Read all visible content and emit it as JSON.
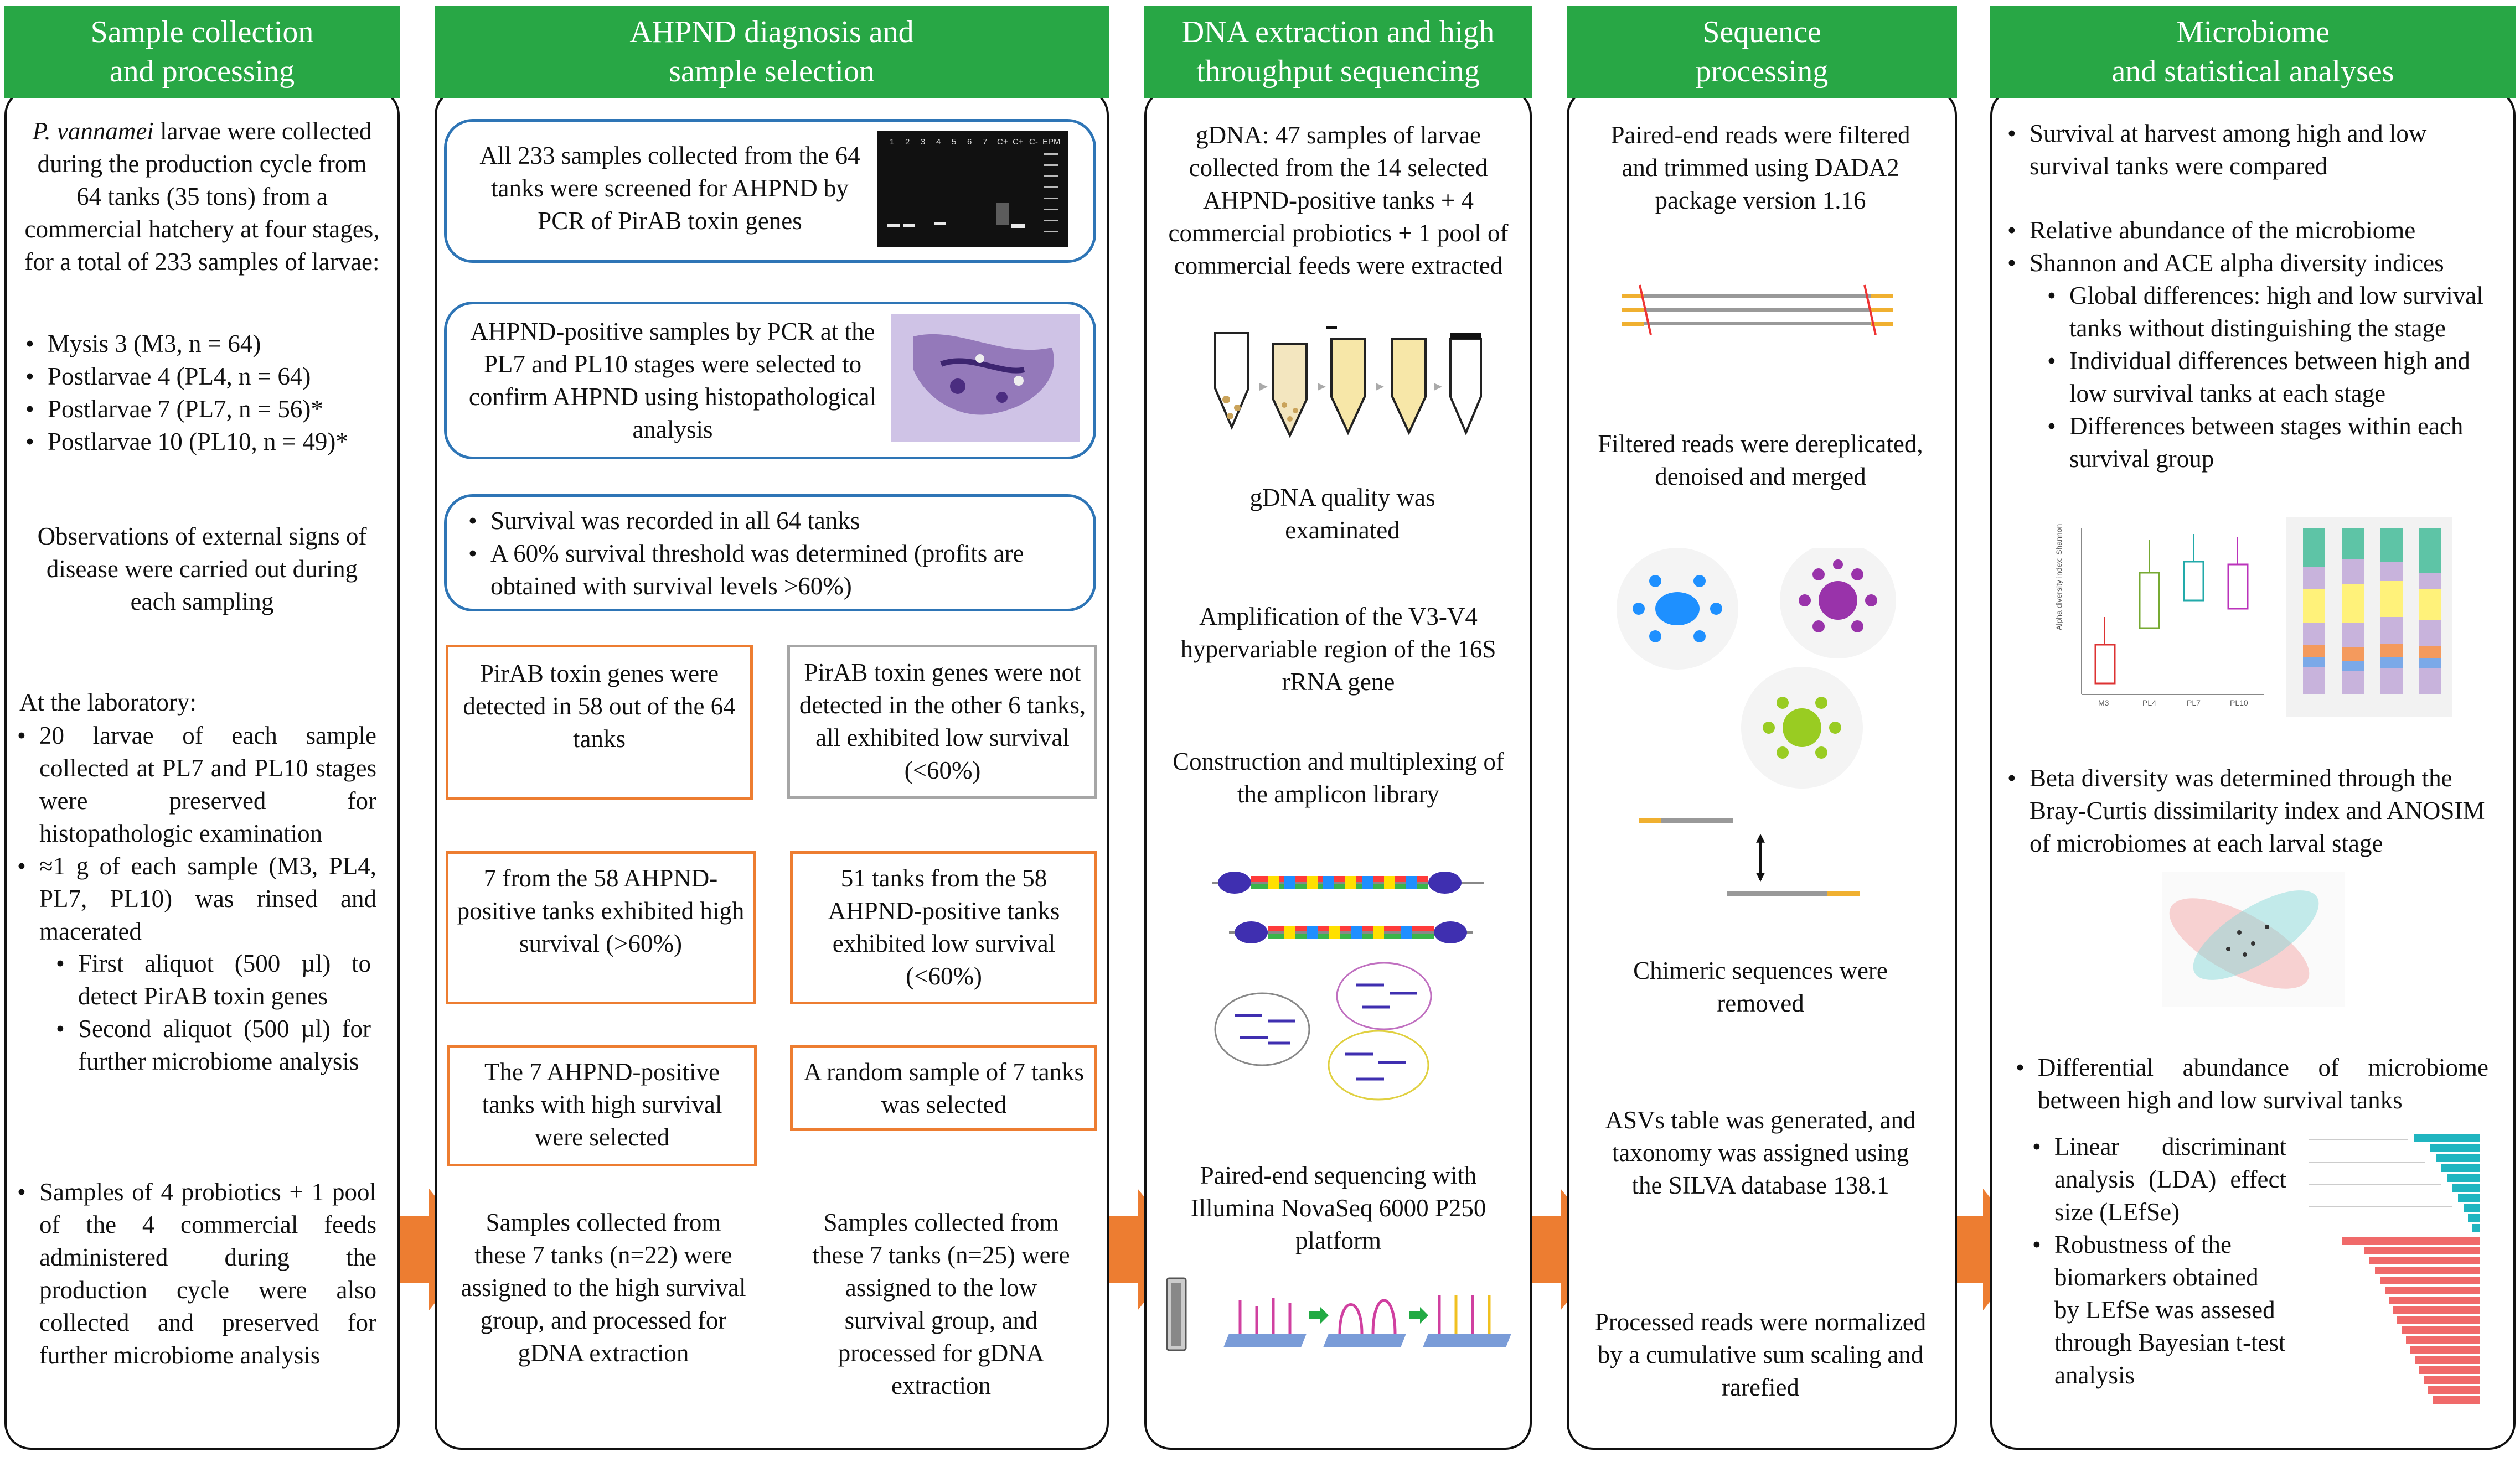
{
  "colors": {
    "header_green": "#28a745",
    "arrow_blue": "#5b9bd5",
    "box_blue": "#2e75b6",
    "box_orange": "#ed7d31",
    "box_gray": "#a6a6a6",
    "big_arrow_orange": "#ed7d31"
  },
  "columns": [
    {
      "header": "Sample collection\nand processing"
    },
    {
      "header": "AHPND diagnosis and\nsample selection"
    },
    {
      "header": "DNA extraction and high\nthroughput sequencing"
    },
    {
      "header": "Sequence\nprocessing"
    },
    {
      "header": "Microbiome\nand statistical analyses"
    }
  ],
  "col1": {
    "species": "P. vannamei",
    "intro": " larvae were collected during the production cycle from 64 tanks (35 tons) from a commercial hatchery at four stages, for a total of 233 samples of larvae:",
    "stages": [
      "Mysis 3 (M3, n = 64)",
      "Postlarvae 4 (PL4, n = 64)",
      "Postlarvae 7 (PL7, n = 56)*",
      "Postlarvae 10 (PL10, n = 49)*"
    ],
    "observations": "Observations of external signs of disease were carried out during each sampling",
    "lab_heading": "At the laboratory:",
    "lab_items": [
      "20 larvae of each sample collected at PL7 and PL10 stages were preserved for histopathologic examination",
      "≈1 g of each sample (M3, PL4, PL7, PL10) was rinsed and macerated"
    ],
    "aliquots": [
      "First aliquot (500 µl) to detect PirAB toxin genes",
      "Second aliquot (500 µl) for further microbiome analysis"
    ],
    "probiotics": "Samples of 4 probiotics + 1 pool of the 4 commercial feeds administered during the production cycle were also collected and preserved for further microbiome analysis"
  },
  "col2": {
    "screen_text": "All 233 samples collected from the 64 tanks were screened for AHPND by PCR of PirAB toxin genes",
    "gel_lanes": [
      "1",
      "2",
      "3",
      "4",
      "5",
      "6",
      "7",
      "C+",
      "C+",
      "C-",
      "EPM"
    ],
    "histo_text": "AHPND-positive samples by PCR at the PL7 and PL10 stages were selected to confirm AHPND using histopathological analysis",
    "survival_items": [
      "Survival was recorded in all 64 tanks",
      "A 60% survival threshold was determined (profits are obtained with survival levels >60%)"
    ],
    "detected": "PirAB toxin genes were detected in 58 out of the 64 tanks",
    "not_detected": "PirAB toxin genes were not detected in the other 6 tanks, all exhibited low survival (<60%)",
    "high_7": "7 from the 58 AHPND-positive tanks exhibited high survival (>60%)",
    "low_51": "51 tanks from the 58 AHPND-positive tanks exhibited low survival (<60%)",
    "selected_high": "The 7 AHPND-positive tanks with high survival were selected",
    "random_low": "A random sample of 7 tanks was selected",
    "high_group": "Samples collected from these 7 tanks (n=22) were assigned to the high survival group, and processed for gDNA extraction",
    "low_group": "Samples collected from these 7 tanks (n=25) were assigned to the low survival group, and processed for gDNA extraction"
  },
  "col3": {
    "gdna": "gDNA: 47 samples of larvae collected from the 14 selected AHPND-positive tanks + 4 commercial probiotics + 1 pool of commercial feeds were extracted",
    "quality": "gDNA quality was examinated",
    "amplification": "Amplification of the V3-V4 hypervariable region of  the 16S rRNA gene",
    "library": "Construction and multiplexing of the amplicon library",
    "sequencing": "Paired-end sequencing with Illumina NovaSeq 6000 P250 platform"
  },
  "col4": {
    "filtered": "Paired-end reads were filtered and trimmed using DADA2 package version 1.16",
    "dereplicated": "Filtered reads were dereplicated, denoised and merged",
    "chimeric": "Chimeric sequences were removed",
    "asv": "ASVs table was generated, and taxonomy was assigned using the SILVA database 138.1",
    "normalized": "Processed reads were normalized by a cumulative sum scaling and rarefied"
  },
  "col5": {
    "survival_compare": "Survival at harvest among high and low survival tanks were compared",
    "relative_abundance": "Relative abundance of the microbiome",
    "alpha": "Shannon and ACE alpha diversity indices",
    "alpha_sub": [
      "Global differences: high and low survival tanks without distinguishing the stage",
      "Individual differences between high and low survival tanks at each stage",
      "Differences between stages within each survival group"
    ],
    "boxplot_ylabel": "Alpha diversity index: Shannon",
    "boxplot_categories": [
      "M3",
      "PL4",
      "PL7",
      "PL10"
    ],
    "beta": "Beta diversity was determined through the Bray-Curtis dissimilarity index and ANOSIM of microbiomes at each larval stage",
    "differential": "Differential abundance of microbiome between high and low survival tanks",
    "diff_items": [
      "Linear discriminant analysis (LDA) effect size (LEfSe)",
      "Robustness of the biomarkers obtained by LEfSe was assesed through Bayesian t-test analysis"
    ]
  }
}
